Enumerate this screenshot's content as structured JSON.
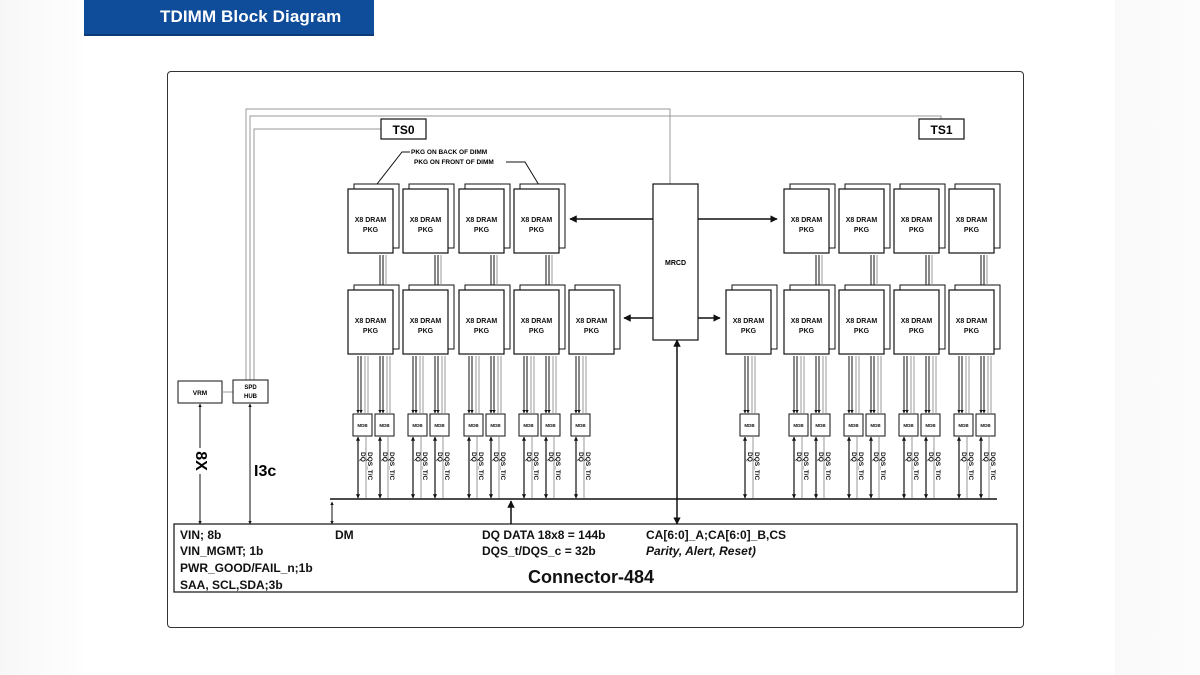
{
  "slide": {
    "title": "TDIMM Block Diagram",
    "colors": {
      "title_bar": "#0f4c9a",
      "title_text": "#ffffff",
      "line": "#111111",
      "gray_line": "#999999"
    }
  },
  "diagram": {
    "temp_sensors": [
      "TS0",
      "TS1"
    ],
    "annotations": {
      "back": "PKG ON BACK OF DIMM",
      "front": "PKG ON FRONT OF DIMM"
    },
    "dram_pkg": {
      "line1": "X8 DRAM",
      "line2": "PKG"
    },
    "left_top_row_count": 4,
    "left_bottom_row_count": 5,
    "right_top_row_count": 4,
    "right_bottom_row_count": 5,
    "mrcd_label": "MRCD",
    "mdb_label": "MDB",
    "mdb_count": 18,
    "dq_label": "DQ",
    "dqs_label": "DQS_T/C",
    "vrm_label": "VRM",
    "spd_hub": {
      "line1": "SPD",
      "line2": "HUB"
    },
    "vrm_bus_label": "8X",
    "spd_bus_label": "I3c",
    "connector": {
      "title": "Connector-484",
      "col1": [
        "VIN; 8b",
        "VIN_MGMT; 1b",
        "PWR_GOOD/FAIL_n;1b",
        "SAA, SCL,SDA;3b"
      ],
      "dm": "DM",
      "col2": [
        "DQ DATA 18x8 = 144b",
        "DQS_t/DQS_c =  32b"
      ],
      "col3": [
        "CA[6:0]_A;CA[6:0]_B,CS",
        "Parity, Alert, Reset)"
      ]
    }
  }
}
